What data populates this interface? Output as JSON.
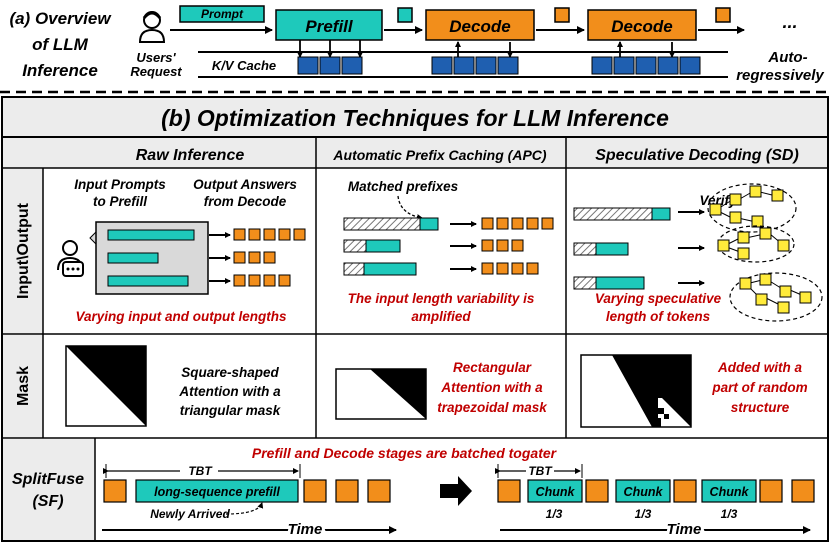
{
  "colors": {
    "teal": "#1ec9bb",
    "orange": "#f28e1b",
    "blue": "#1f5fb0",
    "red": "#c00000",
    "grey": "#d9d9d9",
    "yellow": "#ffeb3b",
    "cell": "#ececec"
  },
  "overview": {
    "title_line1": "(a) Overview",
    "title_line2": "of LLM",
    "title_line3": "Inference",
    "user_line1": "Users'",
    "user_line2": "Request",
    "prompt": "Prompt",
    "prefill": "Prefill",
    "decode1": "Decode",
    "decode2": "Decode",
    "kv_cache": "K/V Cache",
    "ellipsis": "...",
    "auto_line1": "Auto-",
    "auto_line2": "regressively"
  },
  "section_b": {
    "title": "(b) Optimization Techniques for LLM Inference",
    "col_raw": "Raw Inference",
    "col_apc": "Automatic Prefix Caching (APC)",
    "col_sd": "Speculative Decoding (SD)",
    "row_io": "Input\\Output",
    "row_mask": "Mask",
    "row_sf_line1": "SplitFuse",
    "row_sf_line2": "(SF)"
  },
  "raw_io": {
    "input_line1": "Input Prompts",
    "input_line2": "to Prefill",
    "output_line1": "Output Answers",
    "output_line2": "from Decode",
    "caption": "Varying input and output lengths"
  },
  "apc_io": {
    "matched": "Matched prefixes",
    "caption_line1": "The input length variability is",
    "caption_line2": "amplified"
  },
  "sd_io": {
    "verify": "Verify",
    "caption_line1": "Varying speculative",
    "caption_line2": "length of tokens"
  },
  "mask_row": {
    "raw_line1": "Square-shaped",
    "raw_line2": "Attention with a",
    "raw_line3": "triangular mask",
    "apc_line1": "Rectangular",
    "apc_line2": "Attention with a",
    "apc_line3": "trapezoidal mask",
    "sd_line1": "Added with a",
    "sd_line2": "part of random",
    "sd_line3": "structure"
  },
  "splitfuse": {
    "headline": "Prefill and Decode stages are batched togater",
    "tbt_left": "TBT",
    "tbt_right": "TBT",
    "long_prefill": "long-sequence prefill",
    "newly_arrived": "Newly Arrived",
    "time_left": "Time",
    "time_right": "Time",
    "chunks": [
      "Chunk",
      "Chunk",
      "Chunk"
    ],
    "chunk_fracs": [
      "1/3",
      "1/3",
      "1/3"
    ]
  }
}
